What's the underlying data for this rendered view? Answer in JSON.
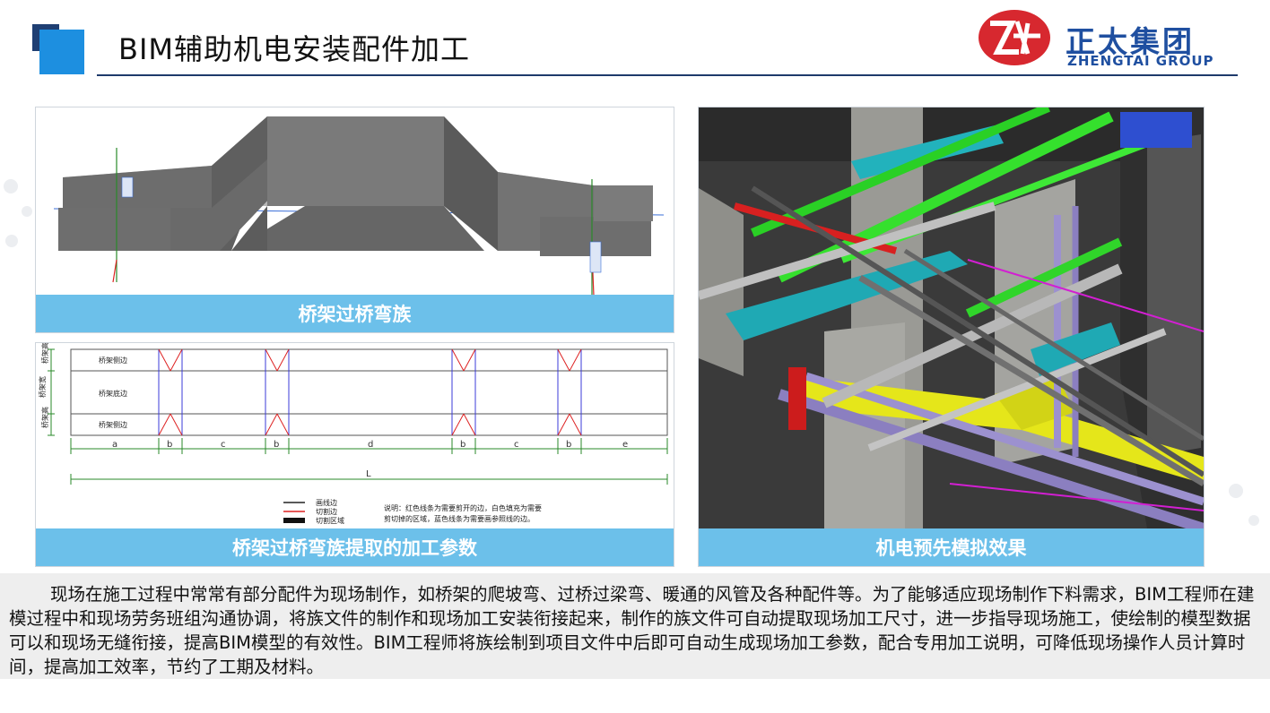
{
  "header": {
    "title": "BIM辅助机电安装配件加工",
    "brand_cn": "正太集团",
    "brand_en": "ZHENGTAI GROUP"
  },
  "panels": {
    "panel1_caption": "桥架过桥弯族",
    "panel2_caption": "桥架过桥弯族提取的加工参数",
    "panel3_caption": "机电预先模拟效果"
  },
  "drawing": {
    "row_labels": [
      "桥架侧边",
      "桥架底边",
      "桥架侧边"
    ],
    "side_labels": [
      "桥架高",
      "桥架宽",
      "桥架高"
    ],
    "dim_labels": [
      "a",
      "b",
      "c",
      "b",
      "d",
      "b",
      "c",
      "b",
      "e"
    ],
    "total_label": "L",
    "legend": [
      "画线边",
      "切割边",
      "切割区域"
    ],
    "note_line1": "说明：红色线条为需要剪开的边，白色填充为需要",
    "note_line2": "剪切掉的区域，蓝色线条为需要画参照线的边。"
  },
  "description": "现场在施工过程中常常有部分配件为现场制作，如桥架的爬坡弯、过桥过梁弯、暖通的风管及各种配件等。为了能够适应现场制作下料需求，BIM工程师在建模过程中和现场劳务班组沟通协调，将族文件的制作和现场加工安装衔接起来，制作的族文件可自动提取现场加工尺寸，进一步指导现场施工，使绘制的模型数据可以和现场无缝衔接，提高BIM模型的有效性。BIM工程师将族绘制到项目文件中后即可自动生成现场加工参数，配合专用加工说明，可降低现场操作人员计算时间，提高加工效率，节约了工期及材料。",
  "colors": {
    "accent_dark": "#1f3f73",
    "accent_blue": "#1d8fe0",
    "caption_bg": "#6cc0ea",
    "brand": "#1f4fa0",
    "logo_red": "#d7282f"
  }
}
